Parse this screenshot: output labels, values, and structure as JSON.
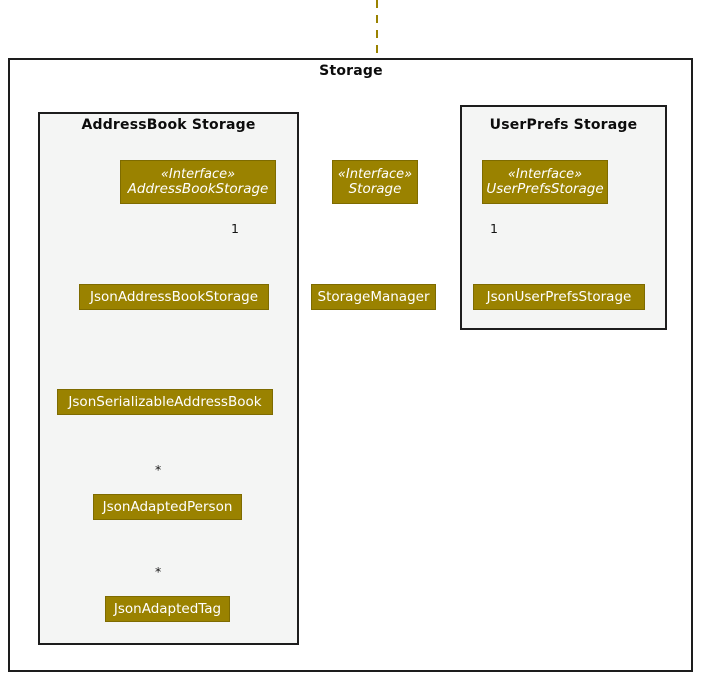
{
  "diagram": {
    "kind": "uml-class-diagram",
    "colors": {
      "class_fill": "#9a8200",
      "class_border": "#7e6b00",
      "class_text": "#ffffff",
      "connector": "#9a8200",
      "package_border": "#1d1d1d",
      "package_inner_fill": "#f4f5f4",
      "page_background": "#ffffff",
      "label_text": "#141414"
    },
    "packages": [
      {
        "id": "storage",
        "title": "Storage"
      },
      {
        "id": "addressbook_storage",
        "title": "AddressBook Storage"
      },
      {
        "id": "userprefs_storage",
        "title": "UserPrefs Storage"
      }
    ],
    "classes": [
      {
        "id": "addressbookstorage",
        "stereotype": "«Interface»",
        "name": "AddressBookStorage",
        "is_interface": true
      },
      {
        "id": "storage",
        "stereotype": "«Interface»",
        "name": "Storage",
        "is_interface": true
      },
      {
        "id": "userprefsstorage",
        "stereotype": "«Interface»",
        "name": "UserPrefsStorage",
        "is_interface": true
      },
      {
        "id": "jsonaddressbookstorage",
        "stereotype": "",
        "name": "JsonAddressBookStorage",
        "is_interface": false
      },
      {
        "id": "storagemanager",
        "stereotype": "",
        "name": "StorageManager",
        "is_interface": false
      },
      {
        "id": "jsonuserprefsstorage",
        "stereotype": "",
        "name": "JsonUserPrefsStorage",
        "is_interface": false
      },
      {
        "id": "jsonserializableaddressbook",
        "stereotype": "",
        "name": "JsonSerializableAddressBook",
        "is_interface": false
      },
      {
        "id": "jsonadaptedperson",
        "stereotype": "",
        "name": "JsonAdaptedPerson",
        "is_interface": false
      },
      {
        "id": "jsonadaptedtag",
        "stereotype": "",
        "name": "JsonAdaptedTag",
        "is_interface": false
      }
    ],
    "multiplicities": [
      {
        "id": "ab-one",
        "label": "1"
      },
      {
        "id": "up-one",
        "label": "1"
      },
      {
        "id": "person-star",
        "label": "*"
      },
      {
        "id": "tag-star",
        "label": "*"
      }
    ],
    "relationships": [
      {
        "from": "storage",
        "to": "addressbookstorage",
        "type": "generalization"
      },
      {
        "from": "storage",
        "to": "userprefsstorage",
        "type": "generalization"
      },
      {
        "from": "storagemanager",
        "to": "storage",
        "type": "realization"
      },
      {
        "from": "storagemanager",
        "to": "addressbookstorage",
        "type": "association",
        "multiplicity": "1"
      },
      {
        "from": "storagemanager",
        "to": "userprefsstorage",
        "type": "association",
        "multiplicity": "1"
      },
      {
        "from": "jsonaddressbookstorage",
        "to": "addressbookstorage",
        "type": "realization"
      },
      {
        "from": "jsonuserprefsstorage",
        "to": "userprefsstorage",
        "type": "realization"
      },
      {
        "from": "jsonaddressbookstorage",
        "to": "jsonserializableaddressbook",
        "type": "dependency"
      },
      {
        "from": "jsonserializableaddressbook",
        "to": "jsonadaptedperson",
        "type": "association",
        "multiplicity": "*"
      },
      {
        "from": "jsonadaptedperson",
        "to": "jsonadaptedtag",
        "type": "association",
        "multiplicity": "*"
      },
      {
        "from": "external",
        "to": "storage",
        "type": "dependency"
      }
    ]
  }
}
